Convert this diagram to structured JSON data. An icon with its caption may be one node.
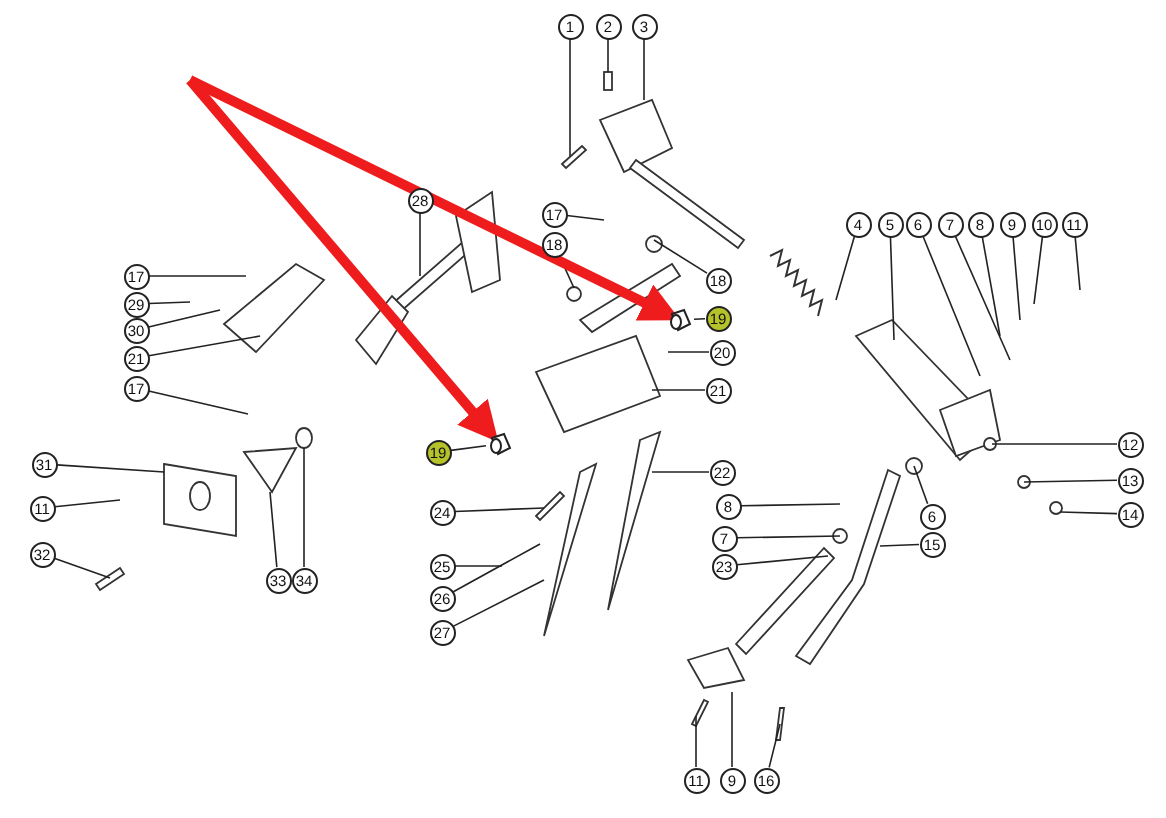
{
  "diagram": {
    "nodes": [
      {
        "text": [
          "1"
        ]
      },
      {
        "text": [
          "2"
        ]
      },
      {
        "text": [
          "3"
        ]
      },
      {
        "text": [
          "28"
        ]
      },
      {
        "text": [
          "17"
        ]
      },
      {
        "text": [
          "18"
        ]
      },
      {
        "text": [
          "4"
        ]
      },
      {
        "text": [
          "5"
        ]
      },
      {
        "text": [
          "6"
        ]
      },
      {
        "text": [
          "7"
        ]
      },
      {
        "text": [
          "8"
        ]
      },
      {
        "text": [
          "9"
        ]
      },
      {
        "text": [
          "10"
        ]
      },
      {
        "text": [
          "11"
        ]
      },
      {
        "text": [
          "17"
        ]
      },
      {
        "text": [
          "18"
        ]
      },
      {
        "text": [
          "29"
        ]
      },
      {
        "text": [],
        "shape": "cylinder"
      },
      {
        "text": [
          "19"
        ]
      },
      {
        "text": [
          "30"
        ]
      },
      {
        "text": [
          "20"
        ]
      },
      {
        "text": [
          "21"
        ]
      },
      {
        "text": [
          "21"
        ]
      },
      {
        "text": [
          "17"
        ]
      },
      {
        "text": [],
        "shape": "cylinder"
      },
      {
        "text": [
          "19"
        ]
      },
      {
        "text": [
          "12"
        ]
      },
      {
        "text": [
          "31"
        ]
      },
      {
        "text": [
          "22"
        ]
      },
      {
        "text": [
          "13"
        ]
      },
      {
        "text": [
          "8"
        ]
      },
      {
        "text": [
          "11"
        ]
      },
      {
        "text": [
          "24"
        ]
      },
      {
        "text": [
          "14"
        ]
      },
      {
        "text": [
          "6"
        ]
      },
      {
        "text": [
          "7"
        ]
      },
      {
        "text": [
          "15"
        ]
      },
      {
        "text": [
          "32"
        ]
      },
      {
        "text": [
          "23"
        ]
      },
      {
        "text": [
          "25"
        ]
      },
      {
        "text": [
          "33"
        ]
      },
      {
        "text": [
          "34"
        ]
      },
      {
        "text": [
          "26"
        ]
      },
      {
        "text": [
          "27"
        ]
      },
      {
        "text": [
          "11"
        ]
      },
      {
        "text": [
          "9"
        ]
      },
      {
        "text": [
          "16"
        ]
      }
    ],
    "edges": [
      {
        "from": 0,
        "to": null,
        "arrow": "none"
      },
      {
        "from": 1,
        "to": null,
        "arrow": "none"
      },
      {
        "from": 2,
        "to": null,
        "arrow": "none"
      },
      {
        "from": 3,
        "to": null,
        "arrow": "none"
      },
      {
        "from": 4,
        "to": null,
        "arrow": "none"
      },
      {
        "from": 5,
        "to": null,
        "arrow": "none"
      },
      {
        "from": 6,
        "to": null,
        "arrow": "none"
      },
      {
        "from": 7,
        "to": null,
        "arrow": "none"
      },
      {
        "from": 8,
        "to": null,
        "arrow": "none"
      },
      {
        "from": 9,
        "to": null,
        "arrow": "none"
      },
      {
        "from": 10,
        "to": null,
        "arrow": "none"
      },
      {
        "from": 11,
        "to": null,
        "arrow": "none"
      },
      {
        "from": 12,
        "to": null,
        "arrow": "none"
      },
      {
        "from": 13,
        "to": null,
        "arrow": "none"
      },
      {
        "from": 14,
        "to": null,
        "arrow": "none"
      },
      {
        "from": 15,
        "to": null,
        "arrow": "none"
      },
      {
        "from": 16,
        "to": null,
        "arrow": "none"
      },
      {
        "from": 18,
        "to": 17,
        "arrow": "none"
      },
      {
        "from": 19,
        "to": null,
        "arrow": "none"
      },
      {
        "from": 20,
        "to": null,
        "arrow": "none"
      },
      {
        "from": 21,
        "to": null,
        "arrow": "none"
      },
      {
        "from": 22,
        "to": null,
        "arrow": "none"
      },
      {
        "from": 23,
        "to": null,
        "arrow": "none"
      },
      {
        "from": 25,
        "to": 24,
        "arrow": "none"
      },
      {
        "from": 26,
        "to": null,
        "arrow": "none"
      },
      {
        "from": 27,
        "to": null,
        "arrow": "none"
      },
      {
        "from": 28,
        "to": null,
        "arrow": "none"
      },
      {
        "from": 29,
        "to": null,
        "arrow": "none"
      },
      {
        "from": 30,
        "to": null,
        "arrow": "none"
      },
      {
        "from": 31,
        "to": null,
        "arrow": "none"
      },
      {
        "from": 32,
        "to": null,
        "arrow": "none"
      },
      {
        "from": 33,
        "to": null,
        "arrow": "none"
      },
      {
        "from": 34,
        "to": null,
        "arrow": "none"
      },
      {
        "from": 35,
        "to": null,
        "arrow": "none"
      },
      {
        "from": 36,
        "to": null,
        "arrow": "none"
      },
      {
        "from": 37,
        "to": null,
        "arrow": "none"
      },
      {
        "from": 38,
        "to": null,
        "arrow": "none"
      },
      {
        "from": 39,
        "to": null,
        "arrow": "none"
      },
      {
        "from": 40,
        "to": null,
        "arrow": "none"
      },
      {
        "from": 41,
        "to": null,
        "arrow": "none"
      },
      {
        "from": 42,
        "to": null,
        "arrow": "none"
      },
      {
        "from": 43,
        "to": null,
        "arrow": "none"
      },
      {
        "from": 44,
        "to": null,
        "arrow": "none"
      },
      {
        "from": 45,
        "to": null,
        "arrow": "none"
      },
      {
        "from": 46,
        "to": null,
        "arrow": "none"
      },
      {
        "from": null,
        "to": 17,
        "arrow": "to",
        "style": "thick",
        "color": "#ee1c1c"
      },
      {
        "from": null,
        "to": 24,
        "arrow": "to",
        "style": "thick",
        "color": "#ee1c1c"
      }
    ]
  }
}
